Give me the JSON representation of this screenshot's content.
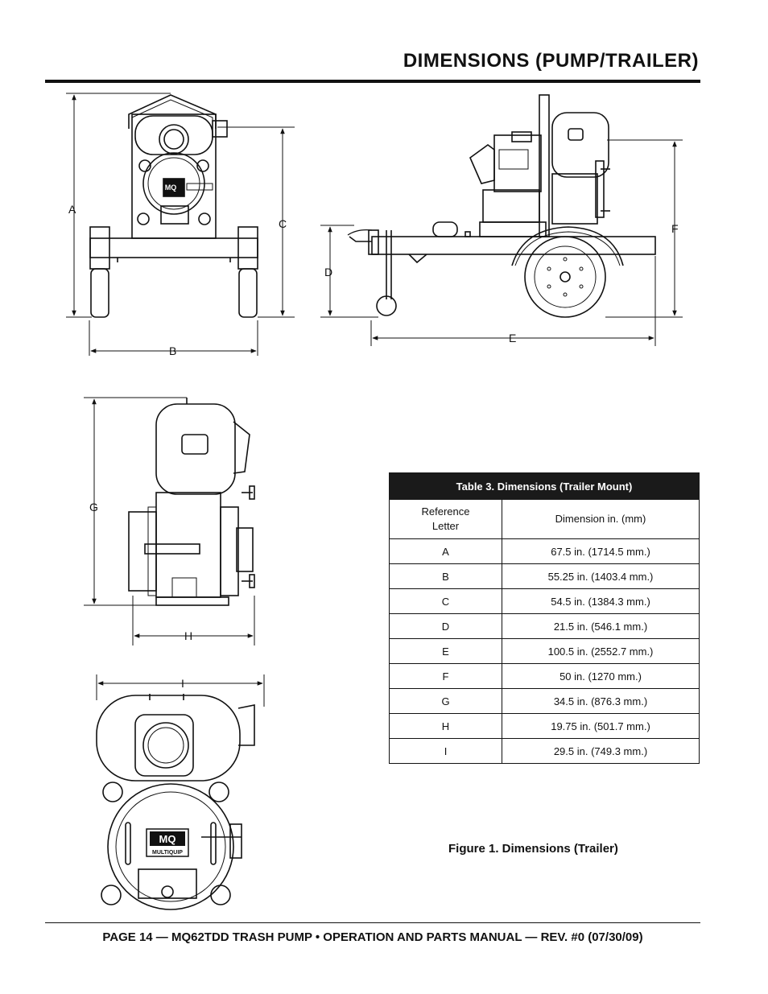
{
  "header": {
    "title": "DIMENSIONS (PUMP/TRAILER)"
  },
  "drawing_labels": {
    "A": "A",
    "B": "B",
    "C": "C",
    "D": "D",
    "E": "E",
    "F": "F",
    "G": "G",
    "H": "H",
    "I": "I"
  },
  "logo": {
    "mark": "MQ",
    "text": "MULTIQUIP"
  },
  "table": {
    "caption": "Table 3.  Dimensions (Trailer Mount)",
    "col1_line1": "Reference",
    "col1_line2": "Letter",
    "col2": "Dimension in. (mm)",
    "rows": [
      {
        "letter": "A",
        "dimension": "67.5 in. (1714.5 mm.)"
      },
      {
        "letter": "B",
        "dimension": "55.25 in. (1403.4 mm.)"
      },
      {
        "letter": "C",
        "dimension": "54.5 in. (1384.3 mm.)"
      },
      {
        "letter": "D",
        "dimension": "21.5 in. (546.1 mm.)"
      },
      {
        "letter": "E",
        "dimension": "100.5 in. (2552.7 mm.)"
      },
      {
        "letter": "F",
        "dimension": "50 in. (1270 mm.)"
      },
      {
        "letter": "G",
        "dimension": "34.5 in. (876.3 mm.)"
      },
      {
        "letter": "H",
        "dimension": "19.75 in. (501.7 mm.)"
      },
      {
        "letter": "I",
        "dimension": "29.5 in. (749.3 mm.)"
      }
    ]
  },
  "figure_caption": "Figure 1. Dimensions (Trailer)",
  "footer": {
    "text": "PAGE 14 — MQ62TDD TRASH PUMP • OPERATION AND PARTS MANUAL — REV. #0 (07/30/09)"
  }
}
